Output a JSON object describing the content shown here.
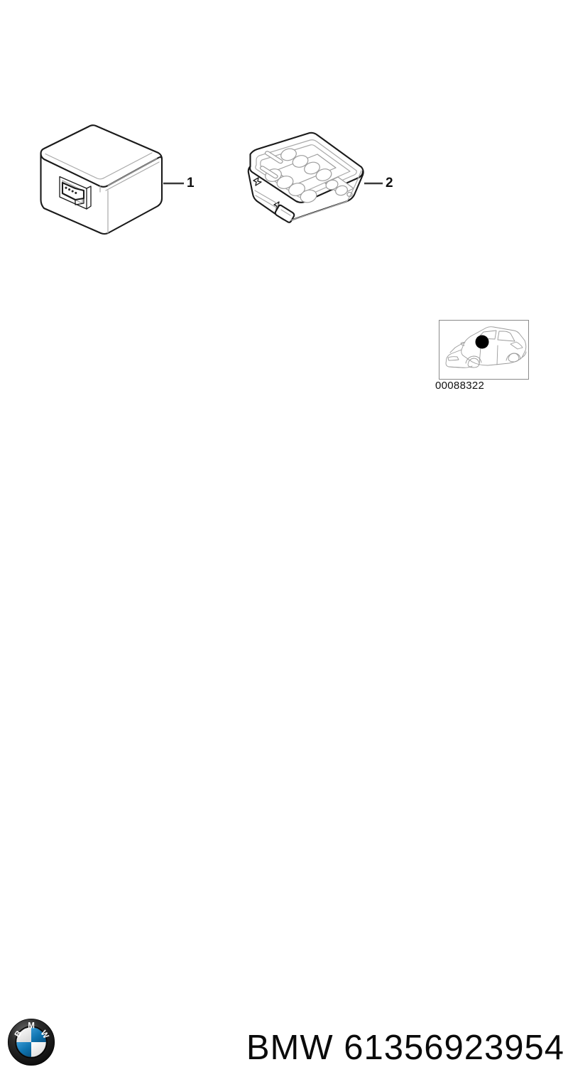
{
  "document": {
    "type": "parts-diagram",
    "manufacturer": "BMW",
    "background_color": "#ffffff",
    "line_color": "#1a1a1a"
  },
  "parts": [
    {
      "callout": "1",
      "name": "control-unit-module",
      "description": "Rectangular control module housing with multi-pin connector"
    },
    {
      "callout": "2",
      "name": "fuse-relay-box",
      "description": "Fuse and relay carrier box with circular relay sockets"
    }
  ],
  "callouts": {
    "part_1_label": "1",
    "part_2_label": "2"
  },
  "thumbnail": {
    "name": "vehicle-location-thumbnail",
    "code": "00088322",
    "description": "Vehicle side view with location marker dot",
    "marker_color": "#000000"
  },
  "footer": {
    "logo_name": "bmw-roundel-logo",
    "logo_letters": "BMW",
    "part_number_text": "BMW 61356923954",
    "brand": "BMW",
    "part_number": "61356923954"
  },
  "colors": {
    "line": "#1a1a1a",
    "soft_line": "#9a9a9a",
    "fill": "#ffffff",
    "roundel_blue": "#1278b4",
    "roundel_dark": "#1b1b1b",
    "text": "#0a0a0a"
  }
}
